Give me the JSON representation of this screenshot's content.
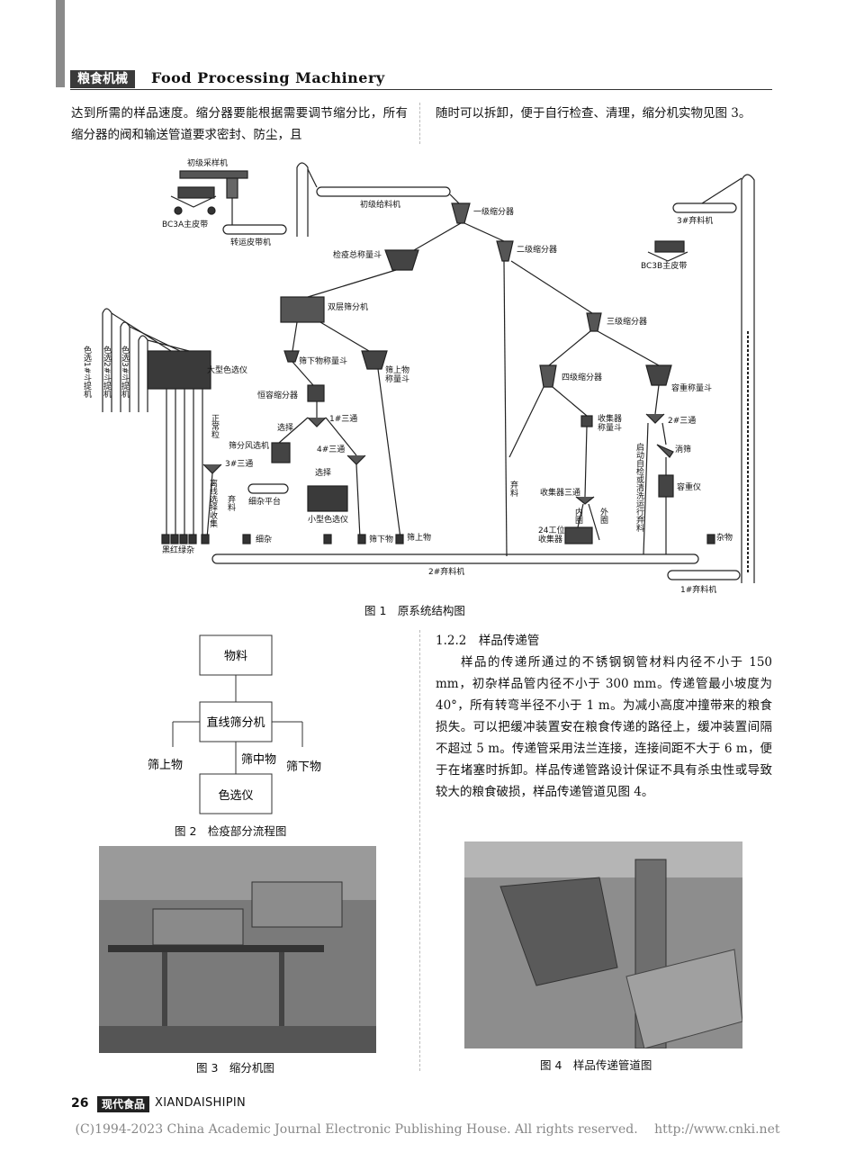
{
  "header": {
    "tag": "粮食机械",
    "title": "Food Processing Machinery"
  },
  "text": {
    "left_para": "达到所需的样品速度。缩分器要能根据需要调节缩分比，所有缩分器的阀和输送管道要求密封、防尘，且",
    "right_para": "随时可以拆卸，便于自行检查、清理，缩分机实物见图 3。",
    "section_heading": "1.2.2　样品传递管",
    "section_body": "样品的传递所通过的不锈钢钢管材料内径不小于 150 mm，初杂样品管内径不小于 300 mm。传递管最小坡度为 40°，所有转弯半径不小于 1 m。为减小高度冲撞带来的粮食损失。可以把缓冲装置安在粮食传递的路径上，缓冲装置间隔不超过 5 m。传递管采用法兰连接，连接间距不大于 6 m，便于在堵塞时拆卸。样品传递管路设计保证不具有杀虫性或导致较大的粮食破损，样品传递管道见图 4。"
  },
  "figure1": {
    "caption": "图 1　原系统结构图",
    "labels": {
      "primary_sampler": "初级采样机",
      "bc3a": "BC3A主皮带",
      "transfer_belt": "转运皮带机",
      "primary_feeder": "初级给料机",
      "div1": "一级缩分器",
      "div2": "二级缩分器",
      "div3": "三级缩分器",
      "div4": "四级缩分器",
      "reject3": "3#弃料机",
      "bc3b": "BC3B主皮带",
      "quarantine_hopper": "检疫总称量斗",
      "double_screen": "双层筛分机",
      "big_sorter": "大型色选仪",
      "under_hopper": "筛下物称量斗",
      "over_hopper_1": "筛上物",
      "over_hopper_2": "称量斗",
      "constant_divider": "恒容缩分器",
      "select_1": "选择",
      "select_2": "选择",
      "tee1": "1#三通",
      "tee2": "2#三通",
      "tee3": "3#三通",
      "tee4": "4#三通",
      "screen_air_sorter": "筛分风选机",
      "fine_platform": "细杂平台",
      "small_sorter": "小型色选仪",
      "normal_grain": "正常粒",
      "offline": "离线选择收集",
      "reject_a": "弃料",
      "reject_b": "弃料",
      "collector_hopper_1": "收集器",
      "collector_hopper_2": "称量斗",
      "constant_hopper": "容重称量斗",
      "chute": "淌筛",
      "density_meter": "容重仪",
      "start_self_check": "启动自检或清洗运行弃料",
      "collector_tee": "收集器三通",
      "inner": "内圈",
      "outer": "外圈",
      "collector24_1": "24工位",
      "collector24_2": "收集器",
      "black_red_green": "黑红绿杂",
      "fine_impurity": "细杂",
      "under_material": "筛下物",
      "over_material": "筛上物",
      "impurity": "杂物",
      "reject2": "2#弃料机",
      "reject1": "1#弃料机",
      "elevator1": "色选1#斗提机",
      "elevator2": "色选2#斗提机",
      "elevator3": "色选3#斗提机"
    }
  },
  "figure2": {
    "caption": "图 2　检疫部分流程图",
    "nodes": {
      "material": "物料",
      "linear_screen": "直线筛分机",
      "over": "筛上物",
      "middle": "筛中物",
      "under": "筛下物",
      "sorter": "色选仪"
    }
  },
  "figure3": {
    "caption": "图 3　缩分机图"
  },
  "figure4": {
    "caption": "图 4　样品传递管道图"
  },
  "footer": {
    "page": "26",
    "journal_cn": "现代食品",
    "journal_en": "XIANDAISHIPIN",
    "copyright": "(C)1994-2023 China Academic Journal Electronic Publishing House. All rights reserved.　 http://www.cnki.net"
  }
}
